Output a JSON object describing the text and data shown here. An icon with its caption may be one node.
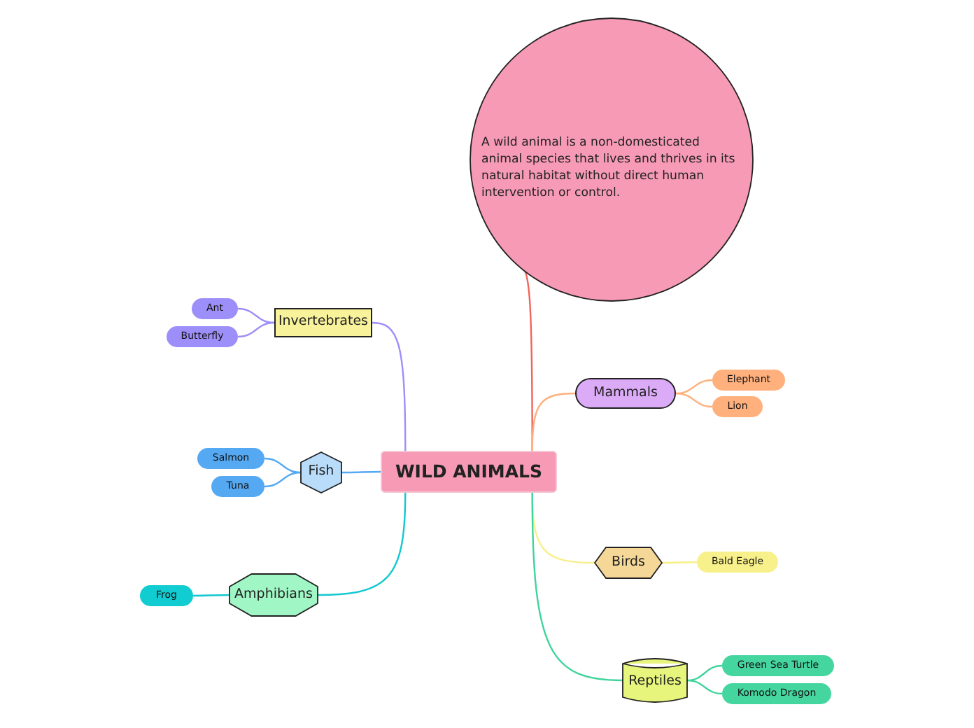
{
  "diagram": {
    "nodes": [
      {
        "text": [
          "WILD ANIMALS"
        ]
      },
      {
        "text": [
          "A wild animal is a non-domesticated animal species that lives and thrives in its natural habitat without direct human intervention or control."
        ]
      },
      {
        "text": [
          "Mammals"
        ]
      },
      {
        "text": [
          "Elephant"
        ]
      },
      {
        "text": [
          "Lion"
        ]
      },
      {
        "text": [
          "Birds"
        ]
      },
      {
        "text": [
          "Bald Eagle"
        ]
      },
      {
        "text": [
          "Reptiles"
        ]
      },
      {
        "text": [
          "Green Sea Turtle"
        ]
      },
      {
        "text": [
          "Komodo Dragon"
        ]
      },
      {
        "text": [
          "Invertebrates"
        ]
      },
      {
        "text": [
          "Ant"
        ]
      },
      {
        "text": [
          "Butterfly"
        ]
      },
      {
        "text": [
          "Fish"
        ]
      },
      {
        "text": [
          "Salmon"
        ]
      },
      {
        "text": [
          "Tuna"
        ]
      },
      {
        "text": [
          "Amphibians"
        ]
      },
      {
        "text": [
          "Frog"
        ]
      }
    ],
    "edges": [
      {
        "from": 0,
        "to": 1,
        "arrow": "none",
        "color": "#f0655b"
      },
      {
        "from": 0,
        "to": 2,
        "arrow": "none",
        "color": "#ffb07d"
      },
      {
        "from": 2,
        "to": 3,
        "arrow": "none",
        "color": "#ffb07d"
      },
      {
        "from": 2,
        "to": 4,
        "arrow": "none",
        "color": "#ffb07d"
      },
      {
        "from": 0,
        "to": 5,
        "arrow": "none",
        "color": "#f8ee8a"
      },
      {
        "from": 5,
        "to": 6,
        "arrow": "none",
        "color": "#f8ee8a"
      },
      {
        "from": 0,
        "to": 7,
        "arrow": "none",
        "color": "#3fd49b"
      },
      {
        "from": 7,
        "to": 8,
        "arrow": "none",
        "color": "#3fd49b"
      },
      {
        "from": 7,
        "to": 9,
        "arrow": "none",
        "color": "#3fd49b"
      },
      {
        "from": 0,
        "to": 10,
        "arrow": "none",
        "color": "#9d8ffa"
      },
      {
        "from": 10,
        "to": 11,
        "arrow": "none",
        "color": "#9d8ffa"
      },
      {
        "from": 10,
        "to": 12,
        "arrow": "none",
        "color": "#9d8ffa"
      },
      {
        "from": 0,
        "to": 13,
        "arrow": "none",
        "color": "#55a9f3"
      },
      {
        "from": 13,
        "to": 14,
        "arrow": "none",
        "color": "#55a9f3"
      },
      {
        "from": 13,
        "to": 15,
        "arrow": "none",
        "color": "#55a9f3"
      },
      {
        "from": 0,
        "to": 16,
        "arrow": "none",
        "color": "#11c8d0"
      },
      {
        "from": 16,
        "to": 17,
        "arrow": "none",
        "color": "#11c8d0"
      }
    ]
  }
}
